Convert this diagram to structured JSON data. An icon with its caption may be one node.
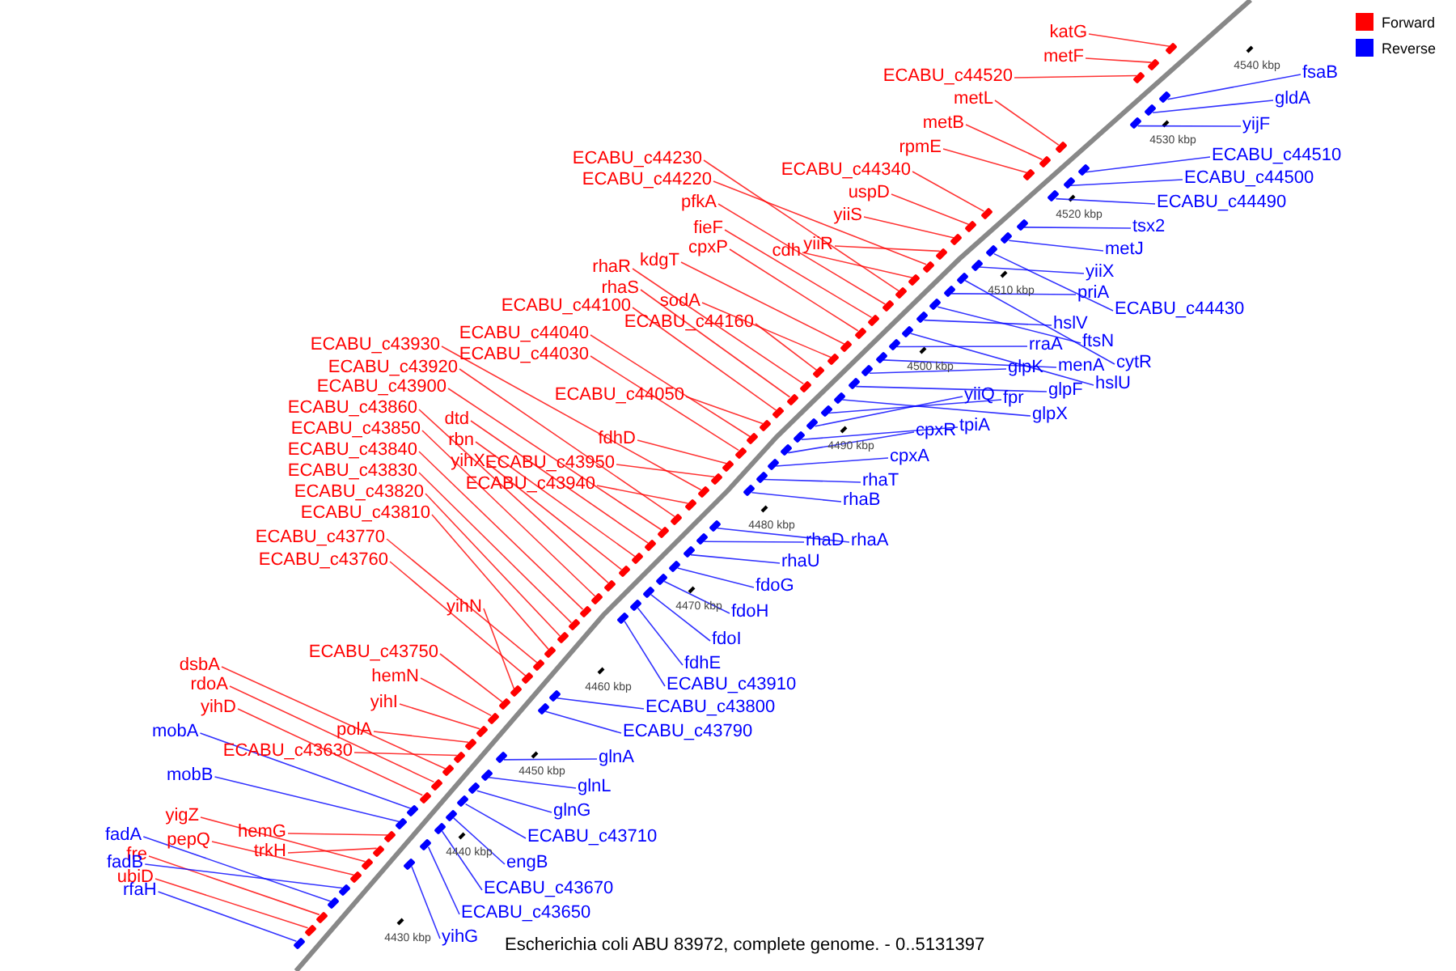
{
  "diagram": {
    "caption": "Escherichia coli ABU 83972, complete genome. - 0..5131397",
    "nodes": [
      {
        "text": [
          "katG"
        ]
      },
      {
        "text": [
          "metF"
        ]
      },
      {
        "text": [
          "ECABU_c44520"
        ]
      },
      {
        "text": [
          "metL"
        ]
      },
      {
        "text": [
          "metB"
        ]
      },
      {
        "text": [
          "rpmE"
        ]
      },
      {
        "text": [
          "ECABU_c44340"
        ]
      },
      {
        "text": [
          "uspD"
        ]
      },
      {
        "text": [
          "yiiS"
        ]
      },
      {
        "text": [
          "yiiR"
        ]
      },
      {
        "text": [
          "cdh"
        ]
      },
      {
        "text": [
          "ECABU_c44230"
        ]
      },
      {
        "text": [
          "ECABU_c44220"
        ]
      },
      {
        "text": [
          "pfkA"
        ]
      },
      {
        "text": [
          "fieF"
        ]
      },
      {
        "text": [
          "cpxP"
        ]
      },
      {
        "text": [
          "rhaR"
        ]
      },
      {
        "text": [
          "kdgT"
        ]
      },
      {
        "text": [
          "rhaS"
        ]
      },
      {
        "text": [
          "sodA"
        ]
      },
      {
        "text": [
          "ECABU_c44160"
        ]
      },
      {
        "text": [
          "ECABU_c44100"
        ]
      },
      {
        "text": [
          "ECABU_c44040"
        ]
      },
      {
        "text": [
          "ECABU_c44030"
        ]
      },
      {
        "text": [
          "ECABU_c44050"
        ]
      },
      {
        "text": [
          "fdhD"
        ]
      },
      {
        "text": [
          "ECABU_c43930"
        ]
      },
      {
        "text": [
          "ECABU_c43920"
        ]
      },
      {
        "text": [
          "ECABU_c43900"
        ]
      },
      {
        "text": [
          "dtd"
        ]
      },
      {
        "text": [
          "rbn"
        ]
      },
      {
        "text": [
          "yihX"
        ]
      },
      {
        "text": [
          "ECABU_c43950"
        ]
      },
      {
        "text": [
          "ECABU_c43940"
        ]
      },
      {
        "text": [
          "ECABU_c43860"
        ]
      },
      {
        "text": [
          "ECABU_c43850"
        ]
      },
      {
        "text": [
          "ECABU_c43840"
        ]
      },
      {
        "text": [
          "ECABU_c43830"
        ]
      },
      {
        "text": [
          "ECABU_c43820"
        ]
      },
      {
        "text": [
          "ECABU_c43810"
        ]
      },
      {
        "text": [
          "ECABU_c43770"
        ]
      },
      {
        "text": [
          "ECABU_c43760"
        ]
      },
      {
        "text": [
          "yihN"
        ]
      },
      {
        "text": [
          "ECABU_c43750"
        ]
      },
      {
        "text": [
          "hemN"
        ]
      },
      {
        "text": [
          "yihI"
        ]
      },
      {
        "text": [
          "polA"
        ]
      },
      {
        "text": [
          "dsbA"
        ]
      },
      {
        "text": [
          "rdoA"
        ]
      },
      {
        "text": [
          "yihD"
        ]
      },
      {
        "text": [
          "ECABU_c43630"
        ]
      },
      {
        "text": [
          "yigZ"
        ]
      },
      {
        "text": [
          "pepQ"
        ]
      },
      {
        "text": [
          "trkH"
        ]
      },
      {
        "text": [
          "hemG"
        ]
      },
      {
        "text": [
          "fre"
        ]
      },
      {
        "text": [
          "ubiD"
        ]
      },
      {
        "text": [
          "fsaB"
        ]
      },
      {
        "text": [
          "gldA"
        ]
      },
      {
        "text": [
          "yijF"
        ]
      },
      {
        "text": [
          "ECABU_c44510"
        ]
      },
      {
        "text": [
          "ECABU_c44500"
        ]
      },
      {
        "text": [
          "ECABU_c44490"
        ]
      },
      {
        "text": [
          "tsx2"
        ]
      },
      {
        "text": [
          "metJ"
        ]
      },
      {
        "text": [
          "yiiX"
        ]
      },
      {
        "text": [
          "priA"
        ]
      },
      {
        "text": [
          "ECABU_c44430"
        ]
      },
      {
        "text": [
          "hslV"
        ]
      },
      {
        "text": [
          "ftsN"
        ]
      },
      {
        "text": [
          "cytR"
        ]
      },
      {
        "text": [
          "rraA"
        ]
      },
      {
        "text": [
          "menA"
        ]
      },
      {
        "text": [
          "hslU"
        ]
      },
      {
        "text": [
          "glpK"
        ]
      },
      {
        "text": [
          "glpF"
        ]
      },
      {
        "text": [
          "glpX"
        ]
      },
      {
        "text": [
          "fpr"
        ]
      },
      {
        "text": [
          "yiiQ"
        ]
      },
      {
        "text": [
          "tpiA"
        ]
      },
      {
        "text": [
          "cpxR"
        ]
      },
      {
        "text": [
          "cpxA"
        ]
      },
      {
        "text": [
          "rhaT"
        ]
      },
      {
        "text": [
          "rhaB"
        ]
      },
      {
        "text": [
          "rhaA"
        ]
      },
      {
        "text": [
          "rhaD"
        ]
      },
      {
        "text": [
          "rhaU"
        ]
      },
      {
        "text": [
          "fdoG"
        ]
      },
      {
        "text": [
          "fdoH"
        ]
      },
      {
        "text": [
          "fdoI"
        ]
      },
      {
        "text": [
          "fdhE"
        ]
      },
      {
        "text": [
          "ECABU_c43910"
        ]
      },
      {
        "text": [
          "ECABU_c43800"
        ]
      },
      {
        "text": [
          "ECABU_c43790"
        ]
      },
      {
        "text": [
          "glnA"
        ]
      },
      {
        "text": [
          "glnL"
        ]
      },
      {
        "text": [
          "glnG"
        ]
      },
      {
        "text": [
          "ECABU_c43710"
        ]
      },
      {
        "text": [
          "engB"
        ]
      },
      {
        "text": [
          "ECABU_c43670"
        ]
      },
      {
        "text": [
          "ECABU_c43650"
        ]
      },
      {
        "text": [
          "yihG"
        ]
      },
      {
        "text": [
          "mobA"
        ]
      },
      {
        "text": [
          "mobB"
        ]
      },
      {
        "text": [
          "fadA"
        ]
      },
      {
        "text": [
          "fadB"
        ]
      },
      {
        "text": [
          "rfaH"
        ]
      },
      {
        "text": [],
        "shape": "box"
      },
      {
        "text": [],
        "shape": "box"
      },
      {
        "text": [],
        "shape": "box"
      },
      {
        "text": [],
        "shape": "box"
      },
      {
        "text": [],
        "shape": "box"
      },
      {
        "text": [],
        "shape": "box"
      },
      {
        "text": [],
        "shape": "box"
      },
      {
        "text": [],
        "shape": "box"
      },
      {
        "text": [],
        "shape": "box"
      },
      {
        "text": [],
        "shape": "box"
      },
      {
        "text": [],
        "shape": "box"
      },
      {
        "text": [],
        "shape": "box"
      },
      {
        "text": [],
        "shape": "box"
      },
      {
        "text": [],
        "shape": "box"
      },
      {
        "text": [],
        "shape": "box"
      },
      {
        "text": [],
        "shape": "box"
      },
      {
        "text": [],
        "shape": "box"
      },
      {
        "text": [],
        "shape": "box"
      },
      {
        "text": [],
        "shape": "box"
      },
      {
        "text": [],
        "shape": "box"
      },
      {
        "text": [],
        "shape": "box"
      },
      {
        "text": [],
        "shape": "box"
      },
      {
        "text": [],
        "shape": "box"
      },
      {
        "text": [],
        "shape": "box"
      },
      {
        "text": [],
        "shape": "box"
      },
      {
        "text": [],
        "shape": "box"
      },
      {
        "text": [],
        "shape": "box"
      },
      {
        "text": [],
        "shape": "box"
      },
      {
        "text": [],
        "shape": "box"
      },
      {
        "text": [],
        "shape": "box"
      },
      {
        "text": [],
        "shape": "box"
      },
      {
        "text": [],
        "shape": "box"
      },
      {
        "text": [],
        "shape": "box"
      },
      {
        "text": [],
        "shape": "box"
      },
      {
        "text": [],
        "shape": "box"
      },
      {
        "text": [],
        "shape": "box"
      },
      {
        "text": [],
        "shape": "box"
      },
      {
        "text": [],
        "shape": "box"
      },
      {
        "text": [],
        "shape": "box"
      },
      {
        "text": [],
        "shape": "box"
      },
      {
        "text": [],
        "shape": "box"
      },
      {
        "text": [],
        "shape": "box"
      },
      {
        "text": [],
        "shape": "box"
      },
      {
        "text": [],
        "shape": "box"
      },
      {
        "text": [],
        "shape": "box"
      },
      {
        "text": [],
        "shape": "box"
      },
      {
        "text": [],
        "shape": "box"
      },
      {
        "text": [],
        "shape": "box"
      },
      {
        "text": [],
        "shape": "box"
      },
      {
        "text": [],
        "shape": "box"
      },
      {
        "text": [],
        "shape": "box"
      },
      {
        "text": [],
        "shape": "box"
      },
      {
        "text": [],
        "shape": "box"
      },
      {
        "text": [],
        "shape": "box"
      },
      {
        "text": [],
        "shape": "box"
      },
      {
        "text": [],
        "shape": "box"
      },
      {
        "text": [],
        "shape": "box"
      },
      {
        "text": [],
        "shape": "box"
      },
      {
        "text": [],
        "shape": "box"
      },
      {
        "text": [],
        "shape": "box"
      },
      {
        "text": [],
        "shape": "box"
      },
      {
        "text": [],
        "shape": "box"
      },
      {
        "text": [],
        "shape": "box"
      },
      {
        "text": [],
        "shape": "box"
      },
      {
        "text": [],
        "shape": "box"
      },
      {
        "text": [],
        "shape": "box"
      },
      {
        "text": [],
        "shape": "box"
      },
      {
        "text": [],
        "shape": "box"
      },
      {
        "text": [],
        "shape": "box"
      },
      {
        "text": [],
        "shape": "box"
      },
      {
        "text": [],
        "shape": "box"
      },
      {
        "text": [],
        "shape": "box"
      },
      {
        "text": [],
        "shape": "box"
      },
      {
        "text": [],
        "shape": "box"
      },
      {
        "text": [],
        "shape": "box"
      },
      {
        "text": [],
        "shape": "box"
      },
      {
        "text": [],
        "shape": "box"
      },
      {
        "text": [],
        "shape": "box"
      },
      {
        "text": [],
        "shape": "box"
      },
      {
        "text": [],
        "shape": "box"
      },
      {
        "text": [],
        "shape": "box"
      },
      {
        "text": [],
        "shape": "box"
      },
      {
        "text": [],
        "shape": "box"
      },
      {
        "text": [],
        "shape": "box"
      },
      {
        "text": [],
        "shape": "box"
      },
      {
        "text": [],
        "shape": "box"
      },
      {
        "text": [],
        "shape": "box"
      },
      {
        "text": [],
        "shape": "box"
      },
      {
        "text": [],
        "shape": "box"
      },
      {
        "text": [],
        "shape": "box"
      },
      {
        "text": [],
        "shape": "box"
      },
      {
        "text": [],
        "shape": "box"
      },
      {
        "text": [],
        "shape": "box"
      },
      {
        "text": [],
        "shape": "box"
      },
      {
        "text": [],
        "shape": "box"
      },
      {
        "text": [],
        "shape": "box"
      },
      {
        "text": [],
        "shape": "box"
      },
      {
        "text": [],
        "shape": "box"
      },
      {
        "text": [],
        "shape": "box"
      },
      {
        "text": [],
        "shape": "box"
      },
      {
        "text": [],
        "shape": "box"
      },
      {
        "text": [],
        "shape": "box"
      },
      {
        "text": [],
        "shape": "box"
      },
      {
        "text": [],
        "shape": "box"
      },
      {
        "text": [],
        "shape": "box"
      },
      {
        "text": [],
        "shape": "box"
      },
      {
        "text": [],
        "shape": "box"
      }
    ],
    "edges": [
      {
        "from": 0,
        "to": 107,
        "arrow": "none"
      },
      {
        "from": 1,
        "to": 108,
        "arrow": "none"
      },
      {
        "from": 2,
        "to": 109,
        "arrow": "none"
      },
      {
        "from": 3,
        "to": 110,
        "arrow": "none"
      },
      {
        "from": 4,
        "to": 111,
        "arrow": "none"
      },
      {
        "from": 5,
        "to": 112,
        "arrow": "none"
      },
      {
        "from": 6,
        "to": 113,
        "arrow": "none"
      },
      {
        "from": 7,
        "to": 114,
        "arrow": "none"
      },
      {
        "from": 8,
        "to": 115,
        "arrow": "none"
      },
      {
        "from": 9,
        "to": 116,
        "arrow": "none"
      },
      {
        "from": 10,
        "to": 117,
        "arrow": "none"
      },
      {
        "from": 11,
        "to": 118,
        "arrow": "none"
      },
      {
        "from": 12,
        "to": 119,
        "arrow": "none"
      },
      {
        "from": 13,
        "to": 120,
        "arrow": "none"
      },
      {
        "from": 14,
        "to": 121,
        "arrow": "none"
      },
      {
        "from": 15,
        "to": 122,
        "arrow": "none"
      },
      {
        "from": 16,
        "to": 123,
        "arrow": "none"
      },
      {
        "from": 17,
        "to": 124,
        "arrow": "none"
      },
      {
        "from": 18,
        "to": 125,
        "arrow": "none"
      },
      {
        "from": 19,
        "to": 126,
        "arrow": "none"
      },
      {
        "from": 20,
        "to": 127,
        "arrow": "none"
      },
      {
        "from": 21,
        "to": 128,
        "arrow": "none"
      },
      {
        "from": 22,
        "to": 129,
        "arrow": "none"
      },
      {
        "from": 23,
        "to": 130,
        "arrow": "none"
      },
      {
        "from": 24,
        "to": 131,
        "arrow": "none"
      },
      {
        "from": 25,
        "to": 132,
        "arrow": "none"
      },
      {
        "from": 26,
        "to": 133,
        "arrow": "none"
      },
      {
        "from": 27,
        "to": 134,
        "arrow": "none"
      },
      {
        "from": 28,
        "to": 135,
        "arrow": "none"
      },
      {
        "from": 29,
        "to": 136,
        "arrow": "none"
      },
      {
        "from": 30,
        "to": 137,
        "arrow": "none"
      },
      {
        "from": 31,
        "to": 138,
        "arrow": "none"
      },
      {
        "from": 32,
        "to": 139,
        "arrow": "none"
      },
      {
        "from": 33,
        "to": 140,
        "arrow": "none"
      },
      {
        "from": 34,
        "to": 141,
        "arrow": "none"
      },
      {
        "from": 35,
        "to": 142,
        "arrow": "none"
      },
      {
        "from": 36,
        "to": 143,
        "arrow": "none"
      },
      {
        "from": 37,
        "to": 144,
        "arrow": "none"
      },
      {
        "from": 38,
        "to": 145,
        "arrow": "none"
      },
      {
        "from": 39,
        "to": 146,
        "arrow": "none"
      },
      {
        "from": 40,
        "to": 147,
        "arrow": "none"
      },
      {
        "from": 41,
        "to": 148,
        "arrow": "none"
      },
      {
        "from": 42,
        "to": 149,
        "arrow": "none"
      },
      {
        "from": 43,
        "to": 150,
        "arrow": "none"
      },
      {
        "from": 44,
        "to": 151,
        "arrow": "none"
      },
      {
        "from": 45,
        "to": 152,
        "arrow": "none"
      },
      {
        "from": 46,
        "to": 153,
        "arrow": "none"
      },
      {
        "from": 47,
        "to": 154,
        "arrow": "none"
      },
      {
        "from": 48,
        "to": 155,
        "arrow": "none"
      },
      {
        "from": 49,
        "to": 156,
        "arrow": "none"
      },
      {
        "from": 50,
        "to": 157,
        "arrow": "none"
      },
      {
        "from": 51,
        "to": 158,
        "arrow": "none"
      },
      {
        "from": 52,
        "to": 159,
        "arrow": "none"
      },
      {
        "from": 53,
        "to": 160,
        "arrow": "none"
      },
      {
        "from": 54,
        "to": 161,
        "arrow": "none"
      },
      {
        "from": 55,
        "to": 162,
        "arrow": "none"
      },
      {
        "from": 56,
        "to": 163,
        "arrow": "none"
      },
      {
        "from": 57,
        "to": 164,
        "arrow": "none",
        "color": "#0000ff"
      },
      {
        "from": 58,
        "to": 165,
        "arrow": "none",
        "color": "#0000ff"
      },
      {
        "from": 59,
        "to": 166,
        "arrow": "none",
        "color": "#0000ff"
      },
      {
        "from": 60,
        "to": 167,
        "arrow": "none",
        "color": "#0000ff"
      },
      {
        "from": 61,
        "to": 168,
        "arrow": "none",
        "color": "#0000ff"
      },
      {
        "from": 62,
        "to": 169,
        "arrow": "none",
        "color": "#0000ff"
      },
      {
        "from": 63,
        "to": 170,
        "arrow": "none",
        "color": "#0000ff"
      },
      {
        "from": 64,
        "to": 171,
        "arrow": "none",
        "color": "#0000ff"
      },
      {
        "from": 65,
        "to": 172,
        "arrow": "none",
        "color": "#0000ff"
      },
      {
        "from": 66,
        "to": 173,
        "arrow": "none",
        "color": "#0000ff"
      },
      {
        "from": 67,
        "to": 174,
        "arrow": "none",
        "color": "#0000ff"
      },
      {
        "from": 68,
        "to": 175,
        "arrow": "none",
        "color": "#0000ff"
      },
      {
        "from": 69,
        "to": 176,
        "arrow": "none",
        "color": "#0000ff"
      },
      {
        "from": 70,
        "to": 177,
        "arrow": "none",
        "color": "#0000ff"
      },
      {
        "from": 71,
        "to": 178,
        "arrow": "none",
        "color": "#0000ff"
      },
      {
        "from": 72,
        "to": 179,
        "arrow": "none",
        "color": "#0000ff"
      },
      {
        "from": 73,
        "to": 180,
        "arrow": "none",
        "color": "#0000ff"
      },
      {
        "from": 74,
        "to": 181,
        "arrow": "none",
        "color": "#0000ff"
      },
      {
        "from": 75,
        "to": 182,
        "arrow": "none",
        "color": "#0000ff"
      },
      {
        "from": 76,
        "to": 183,
        "arrow": "none",
        "color": "#0000ff"
      },
      {
        "from": 77,
        "to": 184,
        "arrow": "none",
        "color": "#0000ff"
      },
      {
        "from": 78,
        "to": 185,
        "arrow": "none",
        "color": "#0000ff"
      },
      {
        "from": 79,
        "to": 186,
        "arrow": "none",
        "color": "#0000ff"
      },
      {
        "from": 80,
        "to": 187,
        "arrow": "none",
        "color": "#0000ff"
      },
      {
        "from": 81,
        "to": 188,
        "arrow": "none",
        "color": "#0000ff"
      },
      {
        "from": 82,
        "to": 189,
        "arrow": "none",
        "color": "#0000ff"
      },
      {
        "from": 83,
        "to": 190,
        "arrow": "none",
        "color": "#0000ff"
      },
      {
        "from": 84,
        "to": 191,
        "arrow": "none",
        "color": "#0000ff"
      },
      {
        "from": 85,
        "to": 192,
        "arrow": "none",
        "color": "#0000ff"
      },
      {
        "from": 86,
        "to": 193,
        "arrow": "none",
        "color": "#0000ff"
      },
      {
        "from": 87,
        "to": 194,
        "arrow": "none",
        "color": "#0000ff"
      },
      {
        "from": 88,
        "to": 195,
        "arrow": "none",
        "color": "#0000ff"
      },
      {
        "from": 89,
        "to": 196,
        "arrow": "none",
        "color": "#0000ff"
      },
      {
        "from": 90,
        "to": 197,
        "arrow": "none",
        "color": "#0000ff"
      },
      {
        "from": 91,
        "to": 198,
        "arrow": "none",
        "color": "#0000ff"
      },
      {
        "from": 92,
        "to": 199,
        "arrow": "none",
        "color": "#0000ff"
      },
      {
        "from": 93,
        "to": 200,
        "arrow": "none",
        "color": "#0000ff"
      },
      {
        "from": 94,
        "to": 201,
        "arrow": "none",
        "color": "#0000ff"
      },
      {
        "from": 95,
        "to": 202,
        "arrow": "none",
        "color": "#0000ff"
      },
      {
        "from": 96,
        "to": 203,
        "arrow": "none",
        "color": "#0000ff"
      },
      {
        "from": 97,
        "to": 204,
        "arrow": "none",
        "color": "#0000ff"
      },
      {
        "from": 98,
        "to": 205,
        "arrow": "none",
        "color": "#0000ff"
      },
      {
        "from": 99,
        "to": 206,
        "arrow": "none",
        "color": "#0000ff"
      },
      {
        "from": 100,
        "to": 207,
        "arrow": "none",
        "color": "#0000ff"
      },
      {
        "from": 101,
        "to": 208,
        "arrow": "none",
        "color": "#0000ff"
      },
      {
        "from": 102,
        "to": 209,
        "arrow": "none",
        "color": "#0000ff"
      },
      {
        "from": 103,
        "to": 210,
        "arrow": "none",
        "color": "#0000ff"
      },
      {
        "from": 104,
        "to": 211,
        "arrow": "none",
        "color": "#0000ff"
      },
      {
        "from": 105,
        "to": 212,
        "arrow": "none",
        "color": "#0000ff"
      },
      {
        "from": 106,
        "to": 213,
        "arrow": "none",
        "color": "#0000ff"
      }
    ],
    "labels": [
      "4540 kbp",
      "4530 kbp",
      "4520 kbp",
      "4510 kbp",
      "4500 kbp",
      "4490 kbp",
      "4480 kbp",
      "4470 kbp",
      "4460 kbp",
      "4450 kbp",
      "4440 kbp",
      "4430 kbp"
    ],
    "legend": [
      {
        "text": "Forward",
        "color": "#ff0000"
      },
      {
        "text": "Reverse",
        "color": "#0000ff"
      }
    ]
  }
}
